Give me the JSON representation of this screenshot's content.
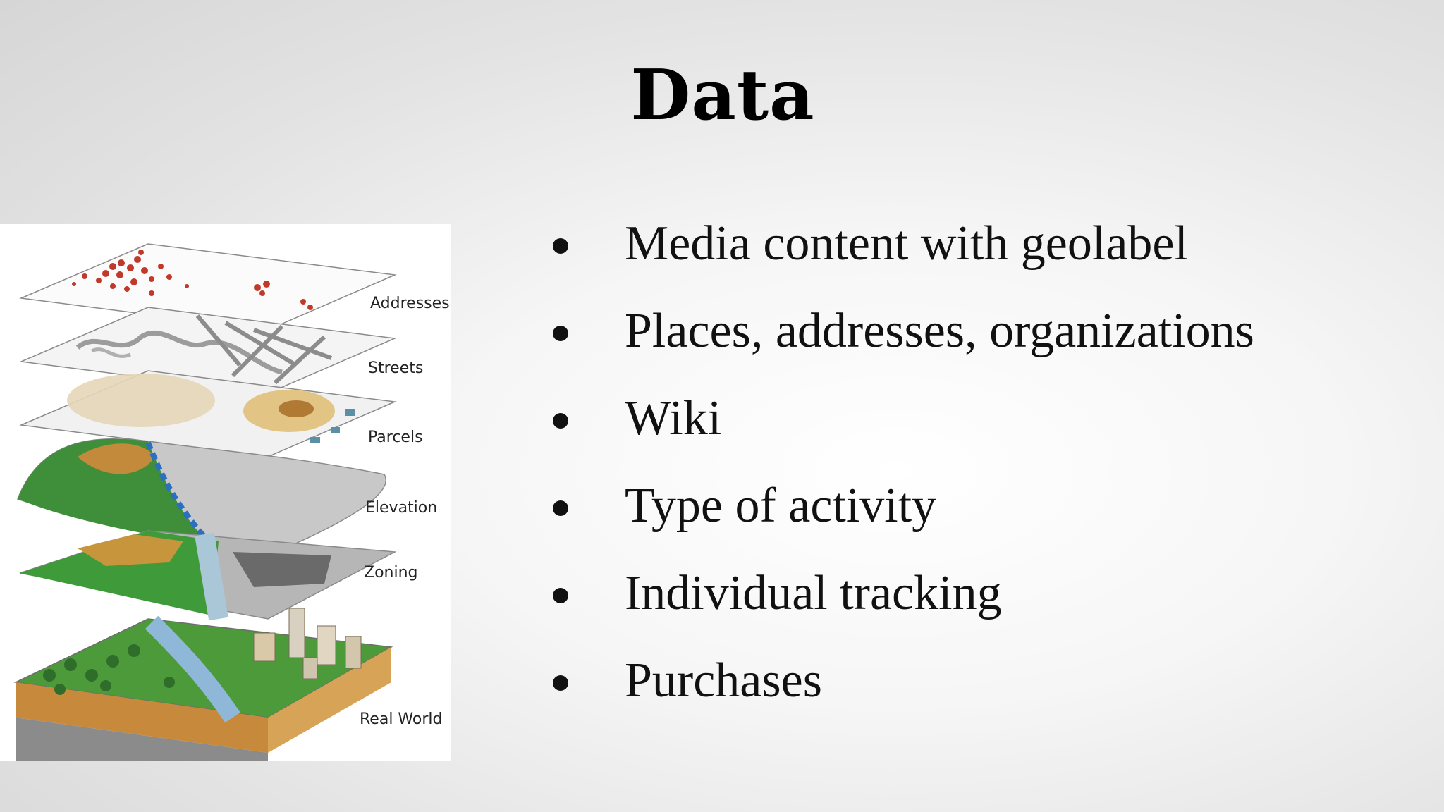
{
  "slide": {
    "title": "Data",
    "bullets": [
      "Media content with geolabel",
      "Places, addresses, organizations",
      "Wiki",
      "Type of activity",
      "Individual tracking",
      "Purchases"
    ]
  },
  "figure": {
    "layers": [
      "Addresses",
      "Streets",
      "Parcels",
      "Elevation",
      "Zoning",
      "Real World"
    ]
  }
}
